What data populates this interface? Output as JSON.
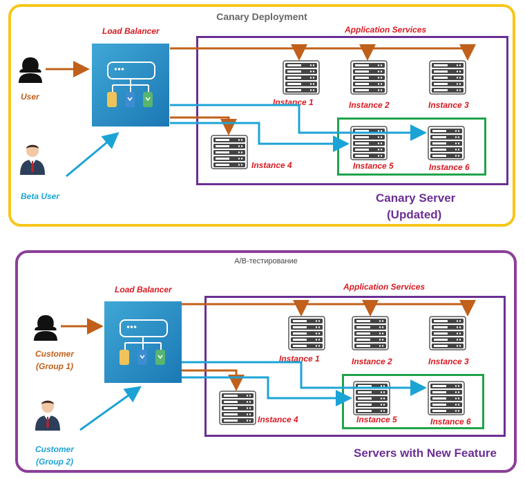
{
  "top": {
    "title": "Canary Deployment",
    "load_balancer": "Load Balancer",
    "app_services": "Application Services",
    "user": "User",
    "beta_user": "Beta User",
    "instances": [
      "Instance 1",
      "Instance 2",
      "Instance 3",
      "Instance 4",
      "Instance 5",
      "Instance 6"
    ],
    "caption_line1": "Canary Server",
    "caption_line2": "(Updated)"
  },
  "bottom": {
    "title": "A/B-тестирование",
    "load_balancer": "Load Balancer",
    "app_services": "Application Services",
    "user_line1": "Customer",
    "user_line2": "(Group 1)",
    "beta_line1": "Customer",
    "beta_line2": "(Group 2)",
    "instances": [
      "Instance 1",
      "Instance 2",
      "Instance 3",
      "Instance 4",
      "Instance 5",
      "Instance 6"
    ],
    "caption": "Servers with New Feature"
  },
  "colors": {
    "orange": "#c0601a",
    "blue": "#1ca3d6",
    "purple": "#6a2f93",
    "green": "#1fa34a",
    "yellow": "#f6c61a",
    "red_label": "#d71920"
  },
  "icons": {
    "user": "person-silhouette-icon",
    "beta_user": "businessman-icon",
    "server": "server-rack-icon",
    "load_balancer": "load-balancer-icon"
  }
}
